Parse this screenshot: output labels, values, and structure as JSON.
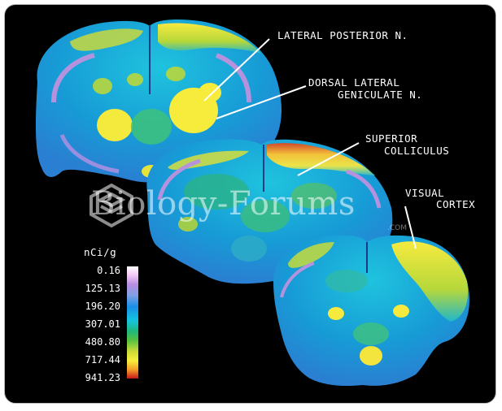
{
  "labels": {
    "lateral_posterior": "LATERAL POSTERIOR N.",
    "dorsal_lateral_1": "DORSAL LATERAL",
    "dorsal_lateral_2": "GENICULATE N.",
    "superior_1": "SUPERIOR",
    "superior_2": "COLLICULUS",
    "visual_1": "VISUAL",
    "visual_2": "CORTEX"
  },
  "scale": {
    "unit": "nCi/g",
    "ticks": [
      "0.16",
      "125.13",
      "196.20",
      "307.01",
      "480.80",
      "717.44",
      "941.23"
    ]
  },
  "watermark": {
    "text": "Biology-Forums",
    "sub": ".COM"
  },
  "colors": {
    "background": "#000000",
    "low": "#f3c8f5",
    "mid_low": "#1a8ee8",
    "mid": "#20b87a",
    "high": "#f7ee3c",
    "max": "#c8181a"
  }
}
